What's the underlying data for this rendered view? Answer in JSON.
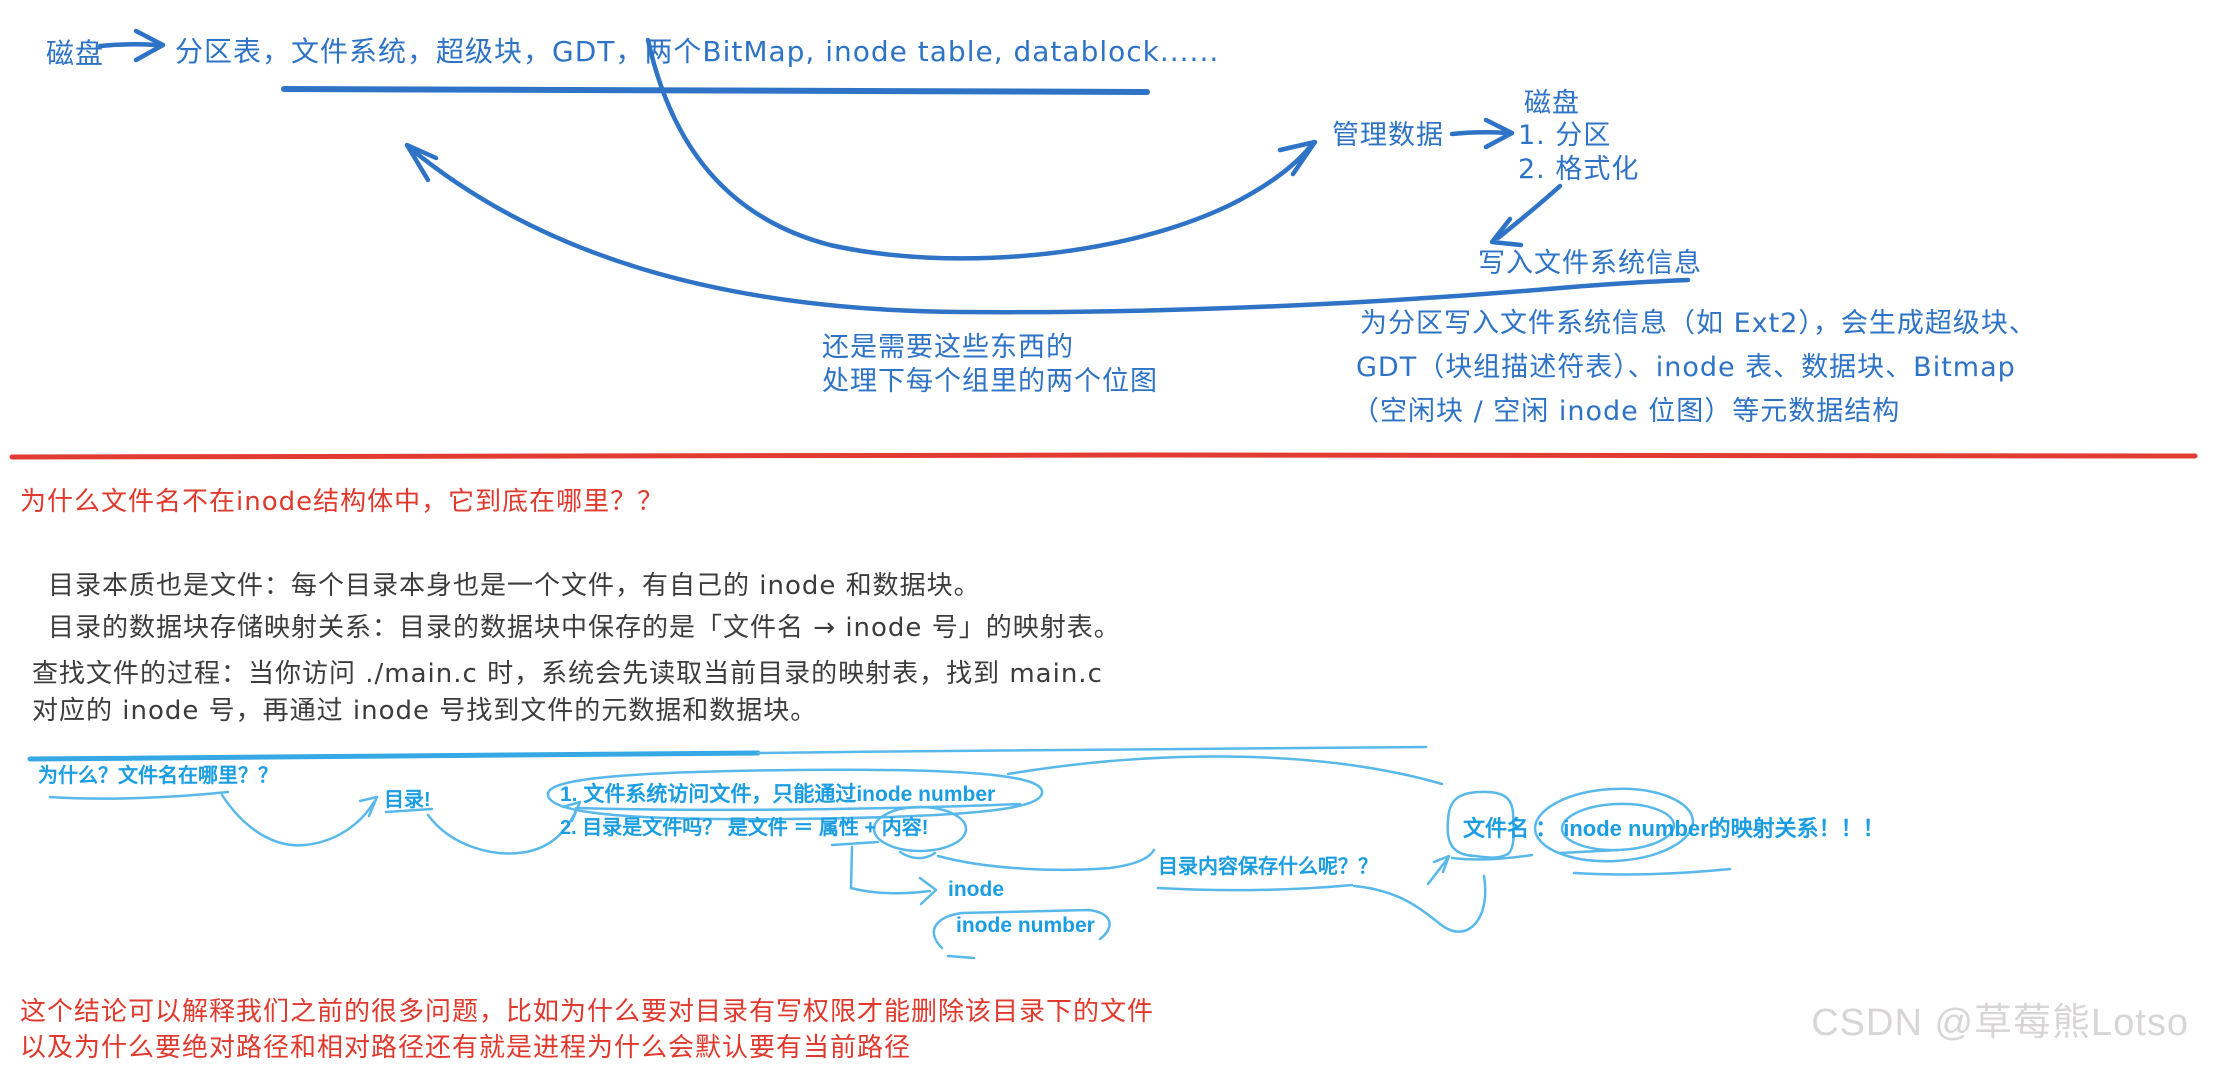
{
  "colors": {
    "ink_blue": "#2e73c5",
    "marker_blue": "#1b9de2",
    "marker_light_blue": "#58b8ea",
    "red": "#e0392e",
    "text_dark": "#3c3c3c",
    "watermark_gray": "#d8d5d5"
  },
  "diagram": {
    "disk": "磁盘",
    "disk_contents": "分区表，文件系统，超级块，GDT，两个BitMap, inode table, datablock......",
    "manage_data": "管理数据",
    "steps_title": "磁盘",
    "step_partition": "1. 分区",
    "step_format": "2. 格式化",
    "write_fs_info": "写入文件系统信息",
    "note_line1": "还是需要这些东西的",
    "note_line2": "处理下每个组里的两个位图",
    "ext2_line1": "为分区写入文件系统信息（如 Ext2），会生成超级块、",
    "ext2_line2": "GDT（块组描述符表）、inode 表、数据块、Bitmap",
    "ext2_line3": "（空闲块 / 空闲 inode 位图）等元数据结构"
  },
  "question_section": {
    "heading": "为什么文件名不在inode结构体中，它到底在哪里？？",
    "point1": "目录本质也是文件：每个目录本身也是一个文件，有自己的 inode 和数据块。",
    "point2": "目录的数据块存储映射关系：目录的数据块中保存的是「文件名 → inode 号」的映射表。",
    "point3_line1": "查找文件的过程：当你访问 ./main.c 时，系统会先读取当前目录的映射表，找到 main.c",
    "point3_line2": "对应的 inode 号，再通过 inode 号找到文件的元数据和数据块。"
  },
  "annotations": {
    "why": "为什么？文件名在哪里？？",
    "directory": "目录!",
    "item1": "1. 文件系统访问文件，只能通过inode number",
    "item2": "2. 目录是文件吗？ 是文件 ＝ 属性 + 内容!",
    "inode": "inode",
    "inode_number": "inode number",
    "dir_content_q": "目录内容保存什么呢？？",
    "mapping": "文件名 ： inode number的映射关系！！！"
  },
  "conclusion": {
    "line1": "这个结论可以解释我们之前的很多问题，比如为什么要对目录有写权限才能删除该目录下的文件",
    "line2": "以及为什么要绝对路径和相对路径还有就是进程为什么会默认要有当前路径"
  },
  "watermark": "CSDN @草莓熊Lotso"
}
